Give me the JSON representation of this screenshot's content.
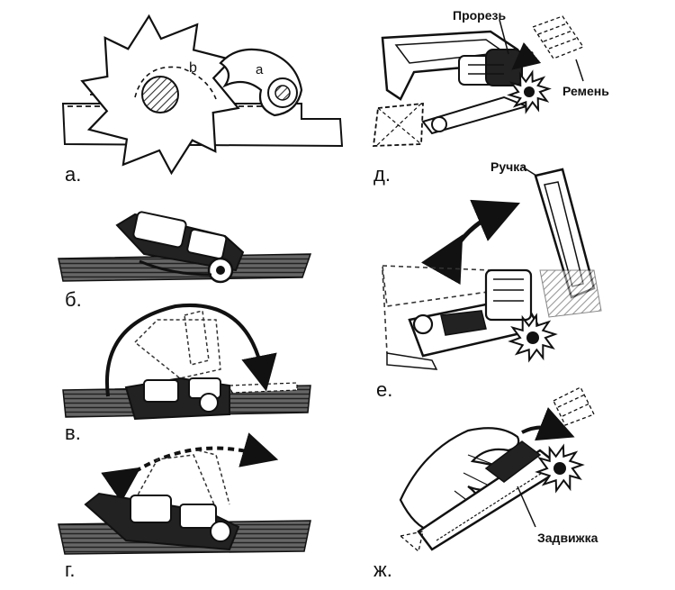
{
  "panels": {
    "a": {
      "label": "а.",
      "inner_labels": {
        "pawl": "a",
        "wheel": "b"
      }
    },
    "b": {
      "label": "б."
    },
    "v": {
      "label": "в."
    },
    "g": {
      "label": "г."
    },
    "d": {
      "label": "д.",
      "callouts": {
        "slot": "Прорезь",
        "strap": "Ремень"
      }
    },
    "e": {
      "label": "е.",
      "callouts": {
        "handle": "Ручка"
      }
    },
    "zh": {
      "label": "ж.",
      "callouts": {
        "latch": "Задвижка"
      }
    }
  },
  "icons": [
    "ratchet-wheel",
    "pawl",
    "ratchet-buckle",
    "strap",
    "curved-arrow",
    "double-arrow",
    "hand"
  ],
  "colors": {
    "ink": "#111111",
    "paper": "#ffffff",
    "hatch": "#555555"
  }
}
